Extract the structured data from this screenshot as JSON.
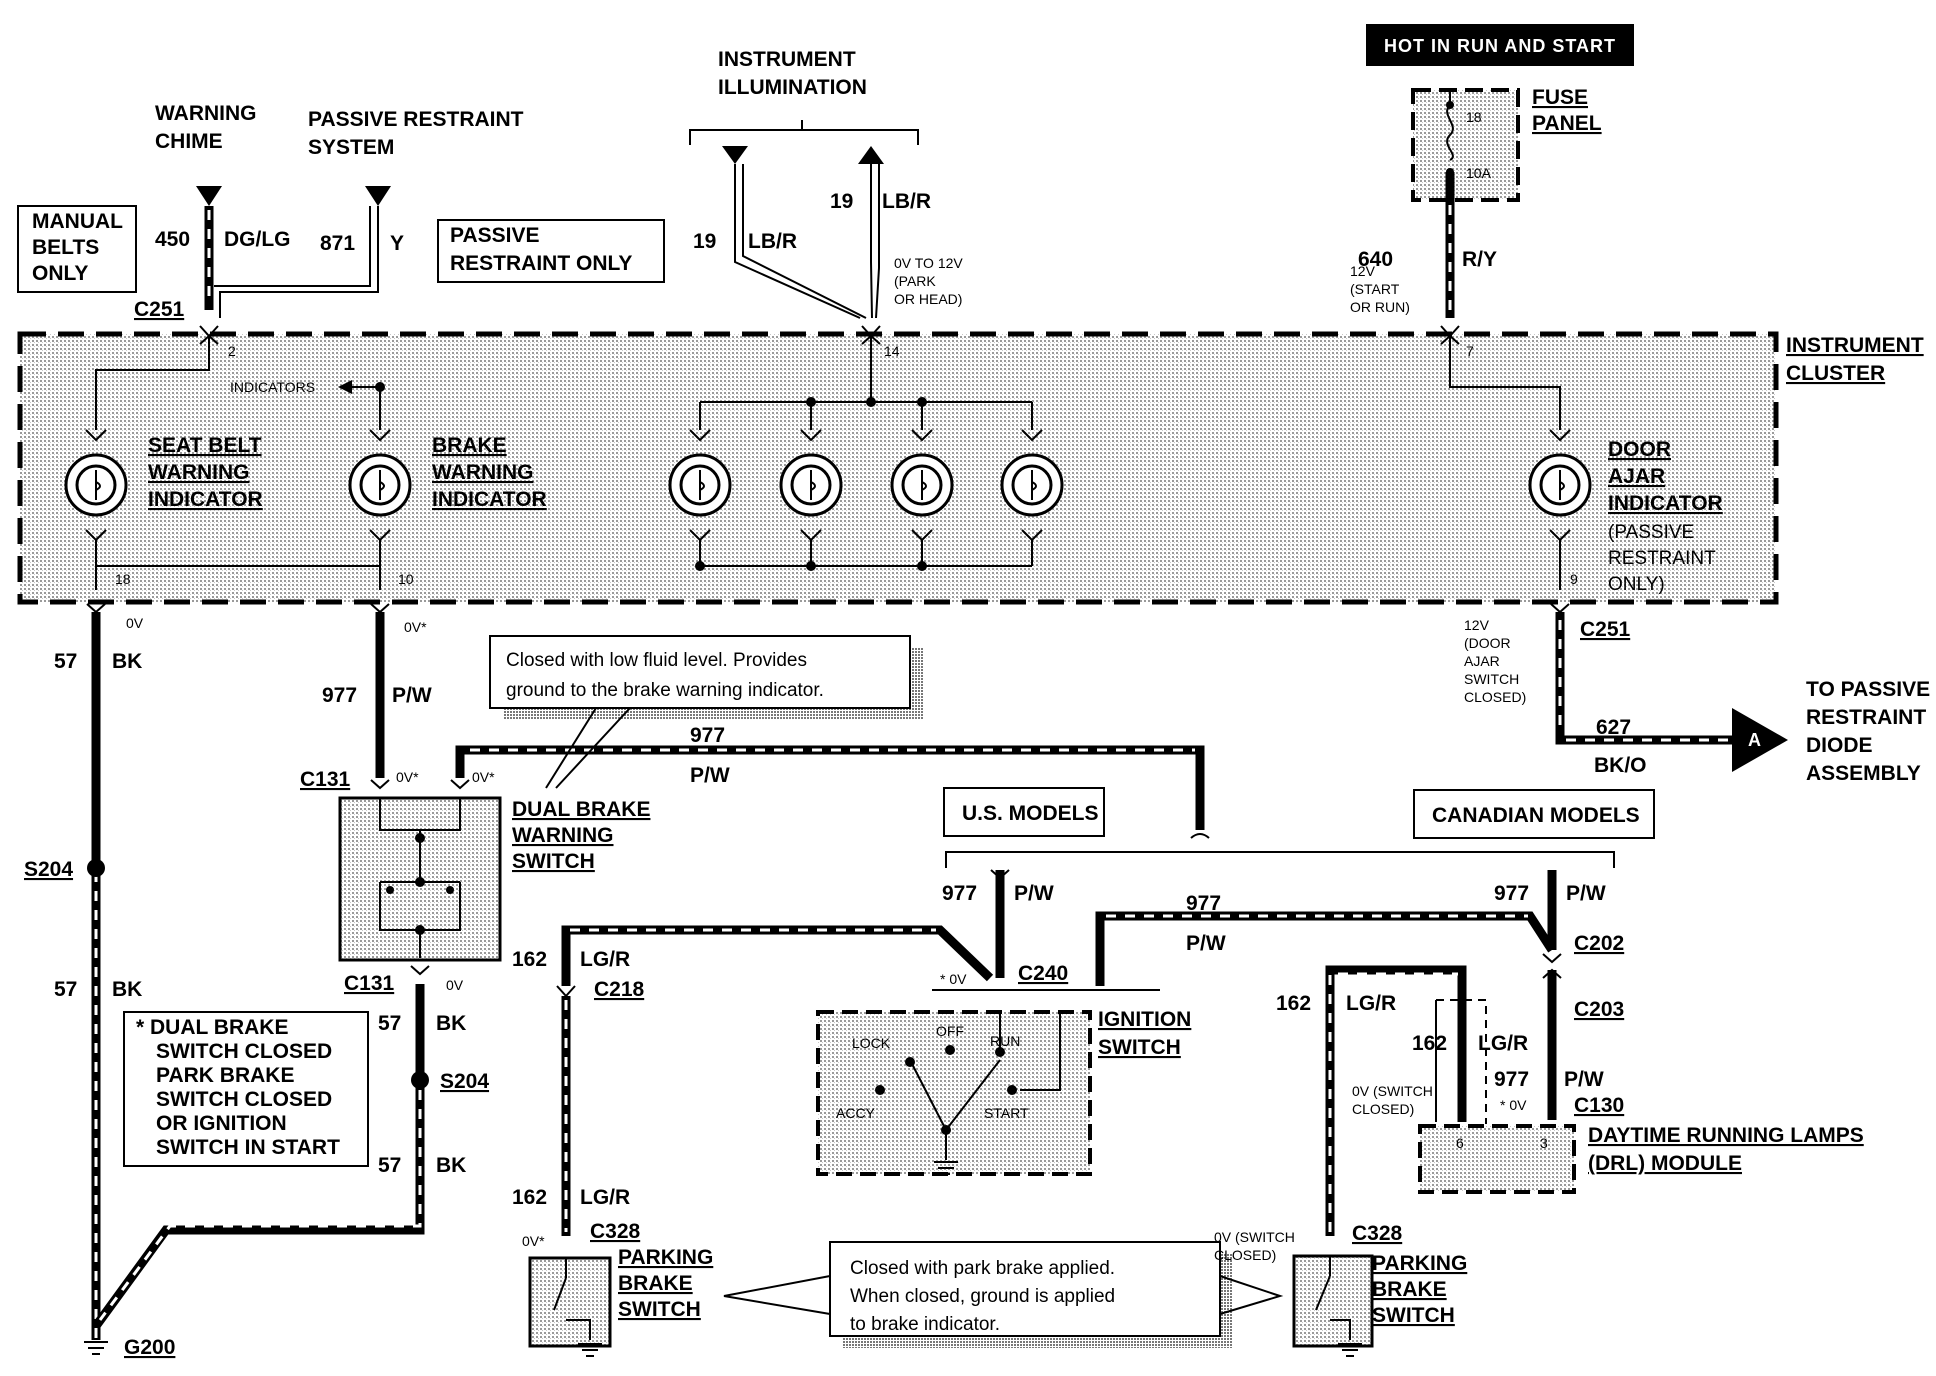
{
  "header": {
    "hot_label": "HOT IN RUN AND START"
  },
  "fuse_panel": {
    "label_line1": "FUSE",
    "label_line2": "PANEL",
    "fuse_number": "18",
    "fuse_rating": "10A"
  },
  "top_feeds": {
    "chime_line1": "WARNING",
    "chime_line2": "CHIME",
    "prs_line1": "PASSIVE RESTRAINT",
    "prs_line2": "SYSTEM",
    "illum_line1": "INSTRUMENT",
    "illum_line2": "ILLUMINATION",
    "manual_line1": "MANUAL",
    "manual_line2": "BELTS",
    "manual_line3": "ONLY",
    "passive_only_line1": "PASSIVE",
    "passive_only_line2": "RESTRAINT ONLY"
  },
  "wires": {
    "w450": "450",
    "dglg": "DG/LG",
    "w871": "871",
    "y": "Y",
    "w19a": "19",
    "lbr_a": "LB/R",
    "w19b": "19",
    "lbr_b": "LB/R",
    "w640": "640",
    "ry": "R/Y",
    "w57a": "57",
    "bk_a": "BK",
    "w57b": "57",
    "bk_b": "BK",
    "w57c": "57",
    "bk_c": "BK",
    "w57d": "57",
    "bk_d": "BK",
    "w977a": "977",
    "pw_a": "P/W",
    "w977b": "977",
    "pw_b": "P/W",
    "w977c": "977",
    "pw_c": "P/W",
    "w977d": "977",
    "pw_d": "P/W",
    "w977e": "977",
    "pw_e": "P/W",
    "w977f": "977",
    "pw_f": "P/W",
    "w627": "627",
    "bko": "BK/O",
    "w162a": "162",
    "lgr_a": "LG/R",
    "w162b": "162",
    "lgr_b": "LG/R",
    "w162c": "162",
    "lgr_c": "LG/R",
    "w162d": "162",
    "lgr_d": "LG/R"
  },
  "connectors": {
    "c251a": "C251",
    "c251b": "C251",
    "c131a": "C131",
    "c131b": "C131",
    "c218": "C218",
    "c240": "C240",
    "c202": "C202",
    "c203": "C203",
    "c130": "C130",
    "c328a": "C328",
    "c328b": "C328",
    "s204a": "S204",
    "s204b": "S204",
    "g200": "G200"
  },
  "pins": {
    "p2": "2",
    "p14": "14",
    "p7": "7",
    "p18": "18",
    "p10": "10",
    "p9": "9",
    "p6": "6",
    "p3": "3"
  },
  "voltages": {
    "v0a": "0V",
    "v0b": "0V*",
    "v0c": "0V*",
    "v0d": "0V*",
    "v0e": "0V",
    "v0f": "* 0V",
    "v0g": "0V*",
    "illum_1": "0V TO 12V",
    "illum_2": "(PARK",
    "illum_3": "OR HEAD)",
    "start_1": "12V",
    "start_2": "(START",
    "start_3": "OR RUN)",
    "door_1": "12V",
    "door_2": "(DOOR",
    "door_3": "AJAR",
    "door_4": "SWITCH",
    "door_5": "CLOSED)",
    "drl_sw_1": "0V  (SWITCH",
    "drl_sw_2": "CLOSED)",
    "drl_v": "* 0V",
    "park_sw_1": "0V (SWITCH",
    "park_sw_2": "CLOSED)"
  },
  "cluster": {
    "label_line1": "INSTRUMENT",
    "label_line2": "CLUSTER",
    "indicators_label": "INDICATORS",
    "seat_belt_1": "SEAT BELT",
    "seat_belt_2": "WARNING",
    "seat_belt_3": "INDICATOR",
    "brake_1": "BRAKE",
    "brake_2": "WARNING",
    "brake_3": "INDICATOR",
    "door_1": "DOOR",
    "door_2": "AJAR",
    "door_3": "INDICATOR",
    "door_4": "(PASSIVE",
    "door_5": "RESTRAINT",
    "door_6": "ONLY)"
  },
  "components": {
    "dual_brake_1": "DUAL BRAKE",
    "dual_brake_2": "WARNING",
    "dual_brake_3": "SWITCH",
    "ignition_1": "IGNITION",
    "ignition_2": "SWITCH",
    "ign_lock": "LOCK",
    "ign_off": "OFF",
    "ign_run": "RUN",
    "ign_accy": "ACCY",
    "ign_start": "START",
    "parking_1": "PARKING",
    "parking_2": "BRAKE",
    "parking_3": "SWITCH",
    "parking_b1": "PARKING",
    "parking_b2": "BRAKE",
    "parking_b3": "SWITCH",
    "drl_1": "DAYTIME RUNNING LAMPS",
    "drl_2": "(DRL) MODULE",
    "us_models": "U.S. MODELS",
    "canadian_models": "CANADIAN MODELS",
    "to_passive_1": "TO PASSIVE",
    "to_passive_2": "RESTRAINT",
    "to_passive_3": "DIODE",
    "to_passive_4": "ASSEMBLY",
    "arrow_label": "A"
  },
  "notes": {
    "brake_note_1": "Closed with low fluid level. Provides",
    "brake_note_2": "ground to the brake warning indicator.",
    "park_note_1": "Closed with park brake applied.",
    "park_note_2": "When closed, ground is applied",
    "park_note_3": "to brake indicator.",
    "legend_1": "*  DUAL BRAKE",
    "legend_2": "SWITCH CLOSED",
    "legend_3": "PARK BRAKE",
    "legend_4": "SWITCH CLOSED",
    "legend_5": "OR IGNITION",
    "legend_6": "SWITCH IN START"
  }
}
